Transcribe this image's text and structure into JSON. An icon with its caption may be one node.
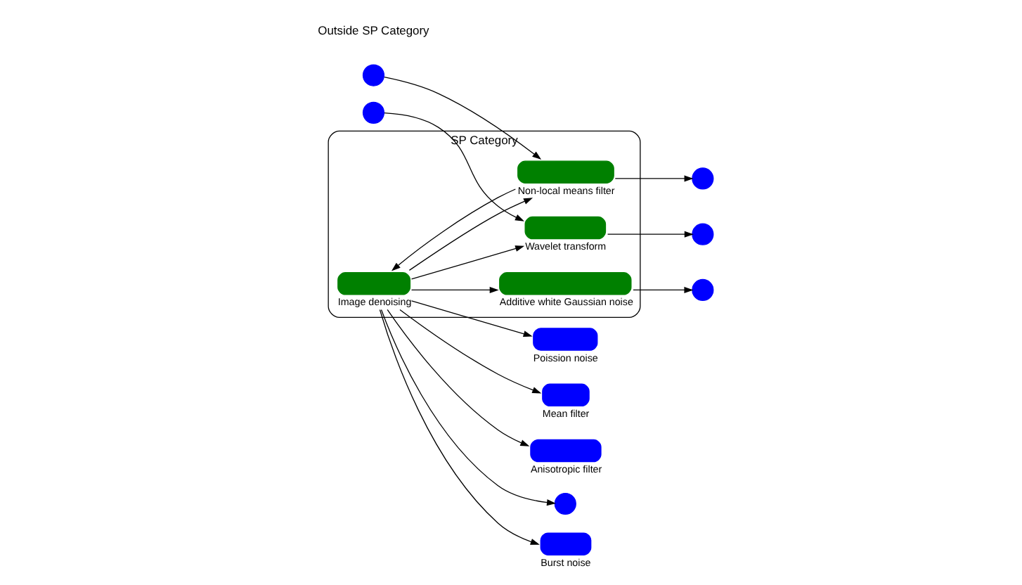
{
  "diagram": {
    "nodes": [
      {
        "text": [
          "SP Category"
        ]
      },
      {
        "text": [
          "Image denoising"
        ],
        "in": 0
      },
      {
        "text": [
          "Additive white Gaussian noise"
        ],
        "in": 0
      },
      {
        "text": [
          "Non-local means filter"
        ],
        "in": 0
      },
      {
        "text": [
          "Wavelet transform"
        ],
        "in": 0
      },
      {
        "text": [],
        "shape": "circle"
      },
      {
        "text": [
          "Burst noise"
        ]
      },
      {
        "text": [
          "Poission noise"
        ]
      },
      {
        "text": [
          "Mean filter"
        ]
      },
      {
        "text": [
          "Anisotropic filter"
        ]
      },
      {
        "text": [],
        "shape": "circle"
      },
      {
        "text": [],
        "shape": "circle"
      },
      {
        "text": [],
        "shape": "circle"
      },
      {
        "text": [],
        "shape": "circle"
      },
      {
        "text": [],
        "shape": "circle"
      }
    ],
    "edges": [
      {
        "from": 1,
        "to": 2,
        "arrow": "to"
      },
      {
        "from": 2,
        "to": 5,
        "arrow": "to"
      },
      {
        "from": 1,
        "to": 6,
        "arrow": "to"
      },
      {
        "from": 1,
        "to": 7,
        "arrow": "to"
      },
      {
        "from": 1,
        "to": 8,
        "arrow": "to"
      },
      {
        "from": 1,
        "to": 9,
        "arrow": "to"
      },
      {
        "from": 1,
        "to": 10,
        "arrow": "to"
      },
      {
        "from": 1,
        "to": 3,
        "arrow": "to"
      },
      {
        "from": 3,
        "to": 1,
        "arrow": "to"
      },
      {
        "from": 3,
        "to": 11,
        "arrow": "to"
      },
      {
        "from": 12,
        "to": 3,
        "arrow": "to"
      },
      {
        "from": 1,
        "to": 4,
        "arrow": "to"
      },
      {
        "from": 13,
        "to": 4,
        "arrow": "to"
      },
      {
        "from": 4,
        "to": 14,
        "arrow": "to"
      }
    ],
    "labels": [
      "Outside SP Category"
    ]
  }
}
